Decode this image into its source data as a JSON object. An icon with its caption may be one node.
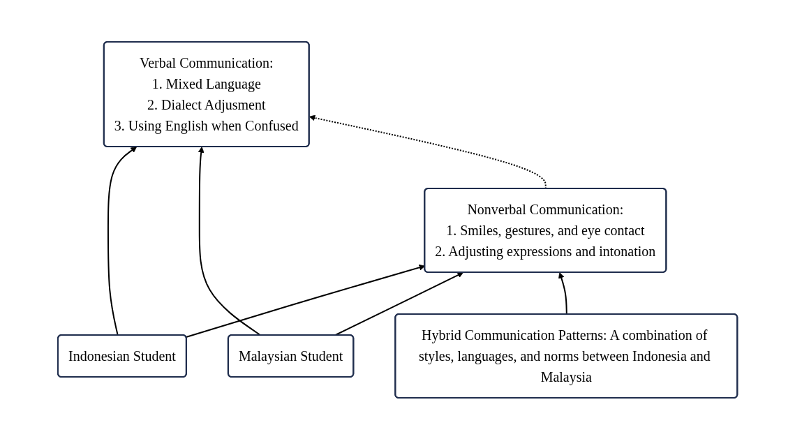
{
  "diagram": {
    "nodes": [
      {
        "text": [
          "Verbal Communication:",
          "1. Mixed Language",
          "2. Dialect Adjusment",
          "3. Using English when Confused"
        ]
      },
      {
        "text": [
          "Indonesian Student"
        ]
      },
      {
        "text": [
          "Nonverbal Communication:",
          "1. Smiles, gestures, and eye contact",
          "2. Adjusting expressions and intonation"
        ]
      },
      {
        "text": [
          "Malaysian Student"
        ]
      },
      {
        "text": [
          "Hybrid Communication Patterns: A combination of styles, languages, and norms between Indonesia and Malaysia"
        ]
      }
    ],
    "edges": [
      {
        "from": 1,
        "to": 0,
        "arrow": "to"
      },
      {
        "from": 1,
        "to": 2,
        "arrow": "to"
      },
      {
        "from": 3,
        "to": 0,
        "arrow": "to"
      },
      {
        "from": 3,
        "to": 2,
        "arrow": "to"
      },
      {
        "from": 2,
        "to": 0,
        "arrow": "to",
        "style": "dashed"
      },
      {
        "from": 4,
        "to": 2,
        "arrow": "to"
      }
    ]
  }
}
